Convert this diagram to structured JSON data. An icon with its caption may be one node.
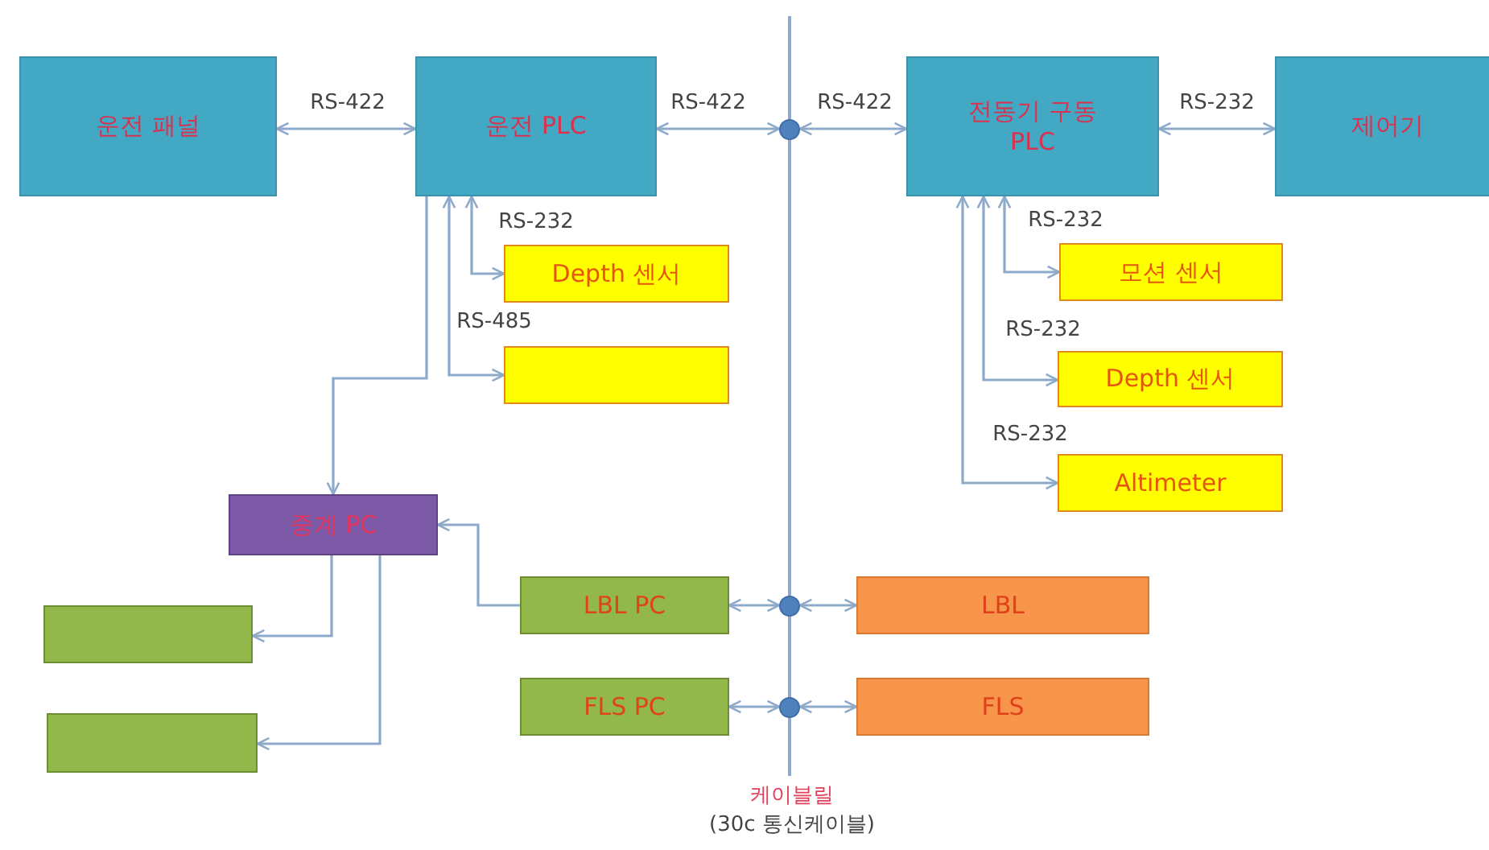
{
  "diagram": {
    "nodes": [
      {
        "text": [
          "운전 패널"
        ]
      },
      {
        "text": [
          "운전 PLC"
        ]
      },
      {
        "text": [
          "전동기 구동 PLC"
        ]
      },
      {
        "text": [
          "제어기"
        ]
      },
      {
        "text": [
          "Depth 센서"
        ]
      },
      {
        "text": [],
        "shape": "box"
      },
      {
        "text": [
          "모션 센서"
        ]
      },
      {
        "text": [
          "Depth 센서"
        ]
      },
      {
        "text": [
          "Altimeter"
        ]
      },
      {
        "text": [
          "중계 PC"
        ]
      },
      {
        "text": [],
        "shape": "box"
      },
      {
        "text": [],
        "shape": "box"
      },
      {
        "text": [
          "LBL PC"
        ]
      },
      {
        "text": [
          "FLS PC"
        ]
      },
      {
        "text": [
          "LBL"
        ]
      },
      {
        "text": [
          "FLS"
        ]
      },
      {
        "text": [],
        "shape": "circle"
      },
      {
        "text": [],
        "shape": "circle"
      },
      {
        "text": [],
        "shape": "circle"
      }
    ],
    "edges": [
      {
        "from": 0,
        "to": 1,
        "arrow": "both",
        "label": "RS-422"
      },
      {
        "from": 1,
        "to": 16,
        "arrow": "both",
        "label": "RS-422"
      },
      {
        "from": 16,
        "to": 2,
        "arrow": "both",
        "label": "RS-422"
      },
      {
        "from": 2,
        "to": 3,
        "arrow": "both",
        "label": "RS-232"
      },
      {
        "from": 1,
        "to": 4,
        "arrow": "both",
        "label": "RS-232"
      },
      {
        "from": 1,
        "to": 5,
        "arrow": "both",
        "label": "RS-485"
      },
      {
        "from": 1,
        "to": 9,
        "arrow": "to"
      },
      {
        "from": 2,
        "to": 6,
        "arrow": "both",
        "label": "RS-232"
      },
      {
        "from": 2,
        "to": 7,
        "arrow": "both",
        "label": "RS-232"
      },
      {
        "from": 2,
        "to": 8,
        "arrow": "both",
        "label": "RS-232"
      },
      {
        "from": 12,
        "to": 9,
        "arrow": "to"
      },
      {
        "from": 9,
        "to": 10,
        "arrow": "to"
      },
      {
        "from": 9,
        "to": 11,
        "arrow": "to"
      },
      {
        "from": 12,
        "to": 17,
        "arrow": "both"
      },
      {
        "from": 17,
        "to": 14,
        "arrow": "both"
      },
      {
        "from": 13,
        "to": 18,
        "arrow": "both"
      },
      {
        "from": 18,
        "to": 15,
        "arrow": "both"
      }
    ],
    "labels": [
      "케이블릴",
      "(30c 통신케이블)"
    ]
  }
}
